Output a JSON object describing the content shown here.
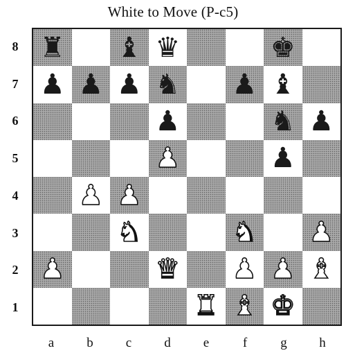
{
  "caption": "White to Move (P-c5)",
  "files": [
    "a",
    "b",
    "c",
    "d",
    "e",
    "f",
    "g",
    "h"
  ],
  "ranks": [
    "8",
    "7",
    "6",
    "5",
    "4",
    "3",
    "2",
    "1"
  ],
  "colors": {
    "light_square": "#ffffff",
    "dark_square": "#d6d6d6",
    "border": "#1a1a1a"
  },
  "pieces": [
    {
      "square": "a8",
      "color": "black",
      "type": "rook",
      "glyph": "♜"
    },
    {
      "square": "c8",
      "color": "black",
      "type": "bishop",
      "glyph": "♝"
    },
    {
      "square": "d8",
      "color": "black",
      "type": "queen",
      "glyph": "♛"
    },
    {
      "square": "g8",
      "color": "black",
      "type": "king",
      "glyph": "♚"
    },
    {
      "square": "a7",
      "color": "black",
      "type": "pawn",
      "glyph": "♟"
    },
    {
      "square": "b7",
      "color": "black",
      "type": "pawn",
      "glyph": "♟"
    },
    {
      "square": "c7",
      "color": "black",
      "type": "pawn",
      "glyph": "♟"
    },
    {
      "square": "d7",
      "color": "black",
      "type": "knight",
      "glyph": "♞"
    },
    {
      "square": "f7",
      "color": "black",
      "type": "pawn",
      "glyph": "♟"
    },
    {
      "square": "g7",
      "color": "black",
      "type": "bishop",
      "glyph": "♝"
    },
    {
      "square": "d6",
      "color": "black",
      "type": "pawn",
      "glyph": "♟"
    },
    {
      "square": "g6",
      "color": "black",
      "type": "knight",
      "glyph": "♞"
    },
    {
      "square": "h6",
      "color": "black",
      "type": "pawn",
      "glyph": "♟"
    },
    {
      "square": "d5",
      "color": "white",
      "type": "pawn",
      "glyph": "♟"
    },
    {
      "square": "g5",
      "color": "black",
      "type": "pawn",
      "glyph": "♟"
    },
    {
      "square": "b4",
      "color": "white",
      "type": "pawn",
      "glyph": "♟"
    },
    {
      "square": "c4",
      "color": "white",
      "type": "pawn",
      "glyph": "♟"
    },
    {
      "square": "c3",
      "color": "white",
      "type": "knight",
      "glyph": "♞"
    },
    {
      "square": "f3",
      "color": "white",
      "type": "knight",
      "glyph": "♞"
    },
    {
      "square": "h3",
      "color": "white",
      "type": "pawn",
      "glyph": "♟"
    },
    {
      "square": "a2",
      "color": "white",
      "type": "pawn",
      "glyph": "♟"
    },
    {
      "square": "d2",
      "color": "white",
      "type": "queen",
      "glyph": "♛"
    },
    {
      "square": "f2",
      "color": "white",
      "type": "pawn",
      "glyph": "♟"
    },
    {
      "square": "g2",
      "color": "white",
      "type": "pawn",
      "glyph": "♟"
    },
    {
      "square": "h2",
      "color": "white",
      "type": "bishop",
      "glyph": "♝"
    },
    {
      "square": "e1",
      "color": "white",
      "type": "rook",
      "glyph": "♜"
    },
    {
      "square": "f1",
      "color": "white",
      "type": "bishop",
      "glyph": "♝"
    },
    {
      "square": "g1",
      "color": "white",
      "type": "king",
      "glyph": "♚"
    }
  ]
}
